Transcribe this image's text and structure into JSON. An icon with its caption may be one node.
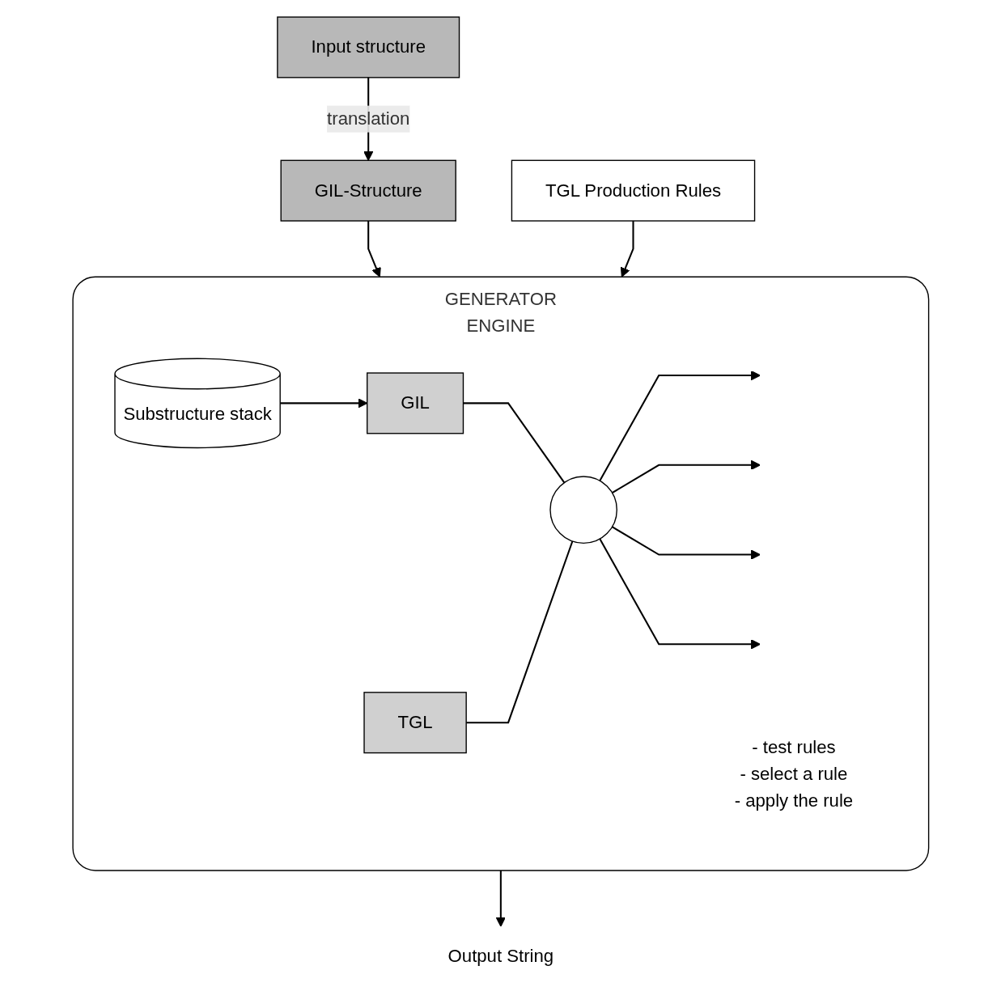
{
  "diagram": {
    "nodes": [
      {
        "text": [
          "Input structure"
        ]
      },
      {
        "text": [
          "GIL-Structure"
        ]
      },
      {
        "text": [
          "TGL Production Rules"
        ]
      },
      {
        "text": [
          "GENERATOR",
          "ENGINE"
        ]
      },
      {
        "text": [
          "Substructure stack"
        ],
        "in": 3
      },
      {
        "text": [
          "GIL"
        ],
        "in": 3
      },
      {
        "text": [
          "TGL"
        ],
        "in": 3
      },
      {
        "text": [],
        "shape": "circle",
        "in": 3,
        "beside": [
          "- test rules",
          "- select a rule",
          "- apply the rule"
        ]
      },
      {
        "text": [
          "Output String"
        ]
      }
    ],
    "edges": [
      {
        "from": 0,
        "to": 1,
        "label": "translation",
        "arrow": "to"
      },
      {
        "from": 1,
        "to": 3,
        "arrow": "to"
      },
      {
        "from": 2,
        "to": 3,
        "arrow": "to"
      },
      {
        "from": 4,
        "to": 5,
        "arrow": "to"
      },
      {
        "from": 5,
        "to": 7,
        "arrow": "none"
      },
      {
        "from": 6,
        "to": 7,
        "arrow": "none"
      },
      {
        "from": 7,
        "to": null,
        "arrow": "to"
      },
      {
        "from": 7,
        "to": null,
        "arrow": "to"
      },
      {
        "from": 7,
        "to": null,
        "arrow": "to"
      },
      {
        "from": 7,
        "to": null,
        "arrow": "to"
      },
      {
        "from": 3,
        "to": 8,
        "arrow": "to"
      }
    ]
  }
}
